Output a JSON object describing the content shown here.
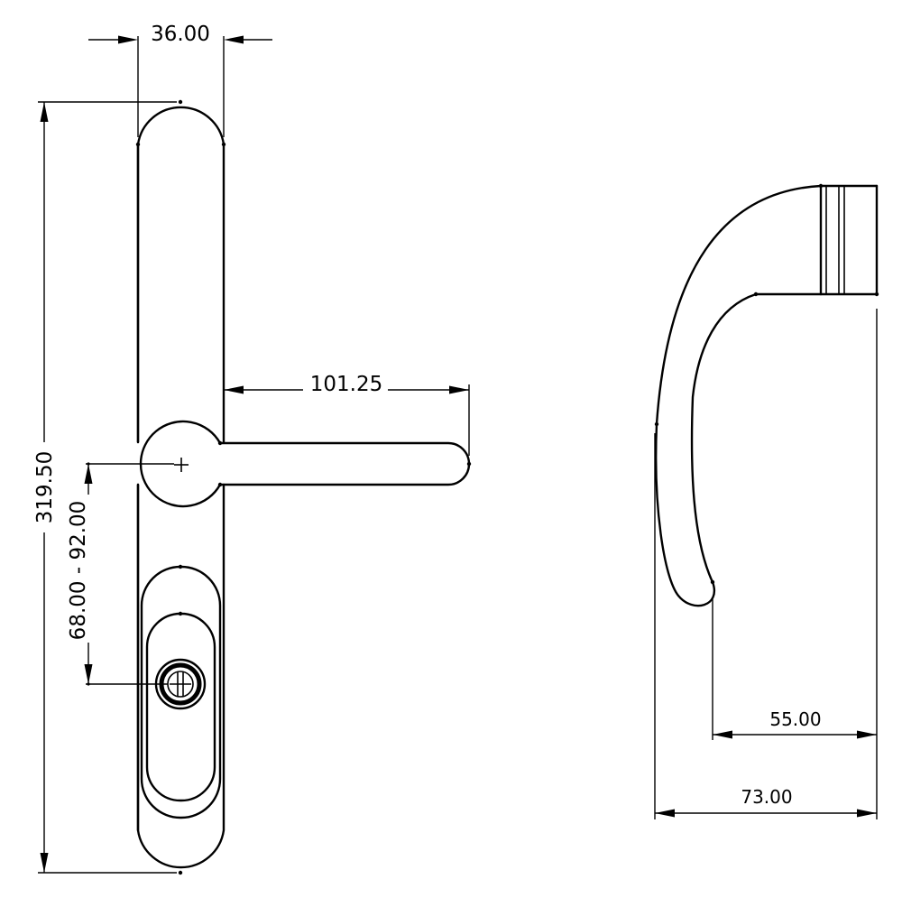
{
  "dimensions": {
    "plate_width": "36.00",
    "total_height": "319.50",
    "lever_length": "101.25",
    "pz_range": "68.00 - 92.00",
    "side_projection": "55.00",
    "side_overall": "73.00"
  },
  "colors": {
    "line": "#000000",
    "background": "#ffffff"
  }
}
